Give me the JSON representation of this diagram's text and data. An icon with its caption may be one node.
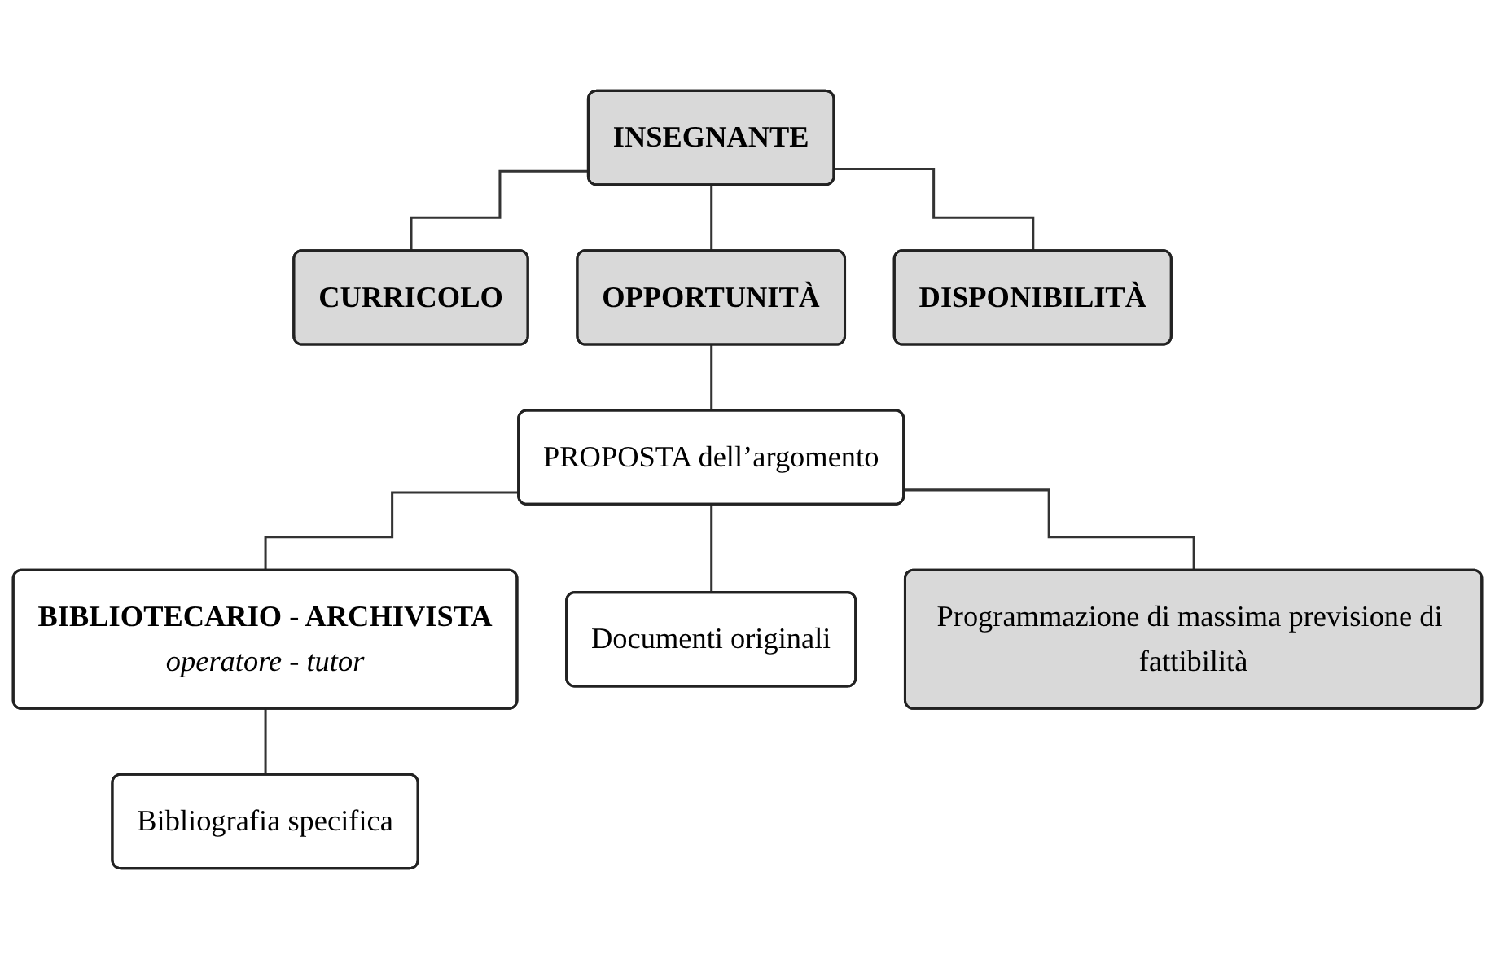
{
  "diagram": {
    "nodes": [
      {
        "text": [
          "INSEGNANTE"
        ]
      },
      {
        "text": [
          "CURRICOLO"
        ]
      },
      {
        "text": [
          "OPPORTUNITÀ"
        ]
      },
      {
        "text": [
          "DISPONIBILITÀ"
        ]
      },
      {
        "text": [
          "PROPOSTA dell’argomento"
        ]
      },
      {
        "text": [
          "BIBLIOTECARIO - ARCHIVISTA",
          "operatore - tutor"
        ]
      },
      {
        "text": [
          "Bibliografia specifica"
        ]
      },
      {
        "text": [
          "Documenti originali"
        ]
      },
      {
        "text": [
          "Programmazione di massima previsione di fattibilità"
        ]
      }
    ],
    "edges": [
      {
        "from": 0,
        "to": 1,
        "arrow": "none"
      },
      {
        "from": 0,
        "to": 2,
        "arrow": "none"
      },
      {
        "from": 0,
        "to": 3,
        "arrow": "none"
      },
      {
        "from": 2,
        "to": 4,
        "arrow": "none"
      },
      {
        "from": 4,
        "to": 5,
        "arrow": "none"
      },
      {
        "from": 5,
        "to": 6,
        "arrow": "none"
      },
      {
        "from": 4,
        "to": 7,
        "arrow": "none"
      },
      {
        "from": 4,
        "to": 8,
        "arrow": "none"
      }
    ]
  }
}
